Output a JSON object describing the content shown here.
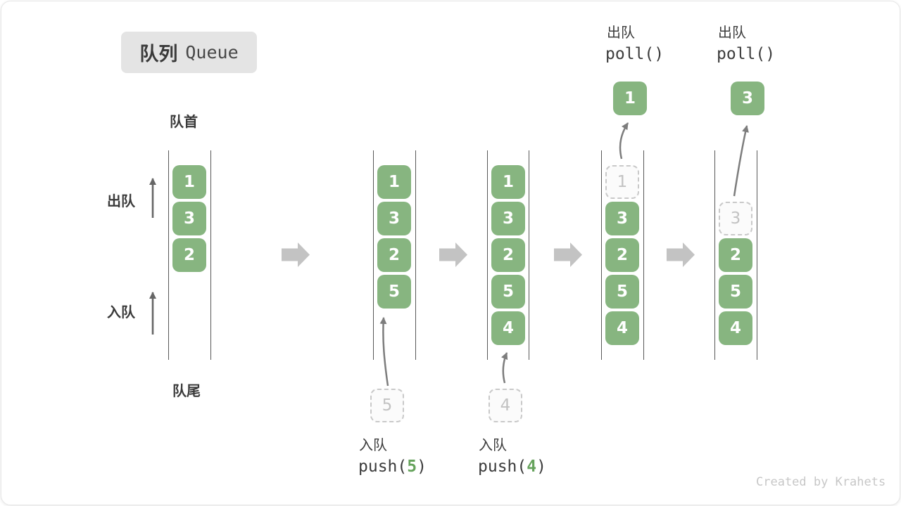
{
  "title": {
    "zh": "队列",
    "en": "Queue"
  },
  "labels": {
    "front": "队首",
    "rear": "队尾",
    "dequeue": "出队",
    "enqueue": "入队"
  },
  "queues": [
    {
      "cells": [
        "1",
        "3",
        "2"
      ]
    },
    {
      "cells": [
        "1",
        "3",
        "2",
        "5"
      ],
      "incoming": "5",
      "op_label": "入队",
      "op_pre": "push(",
      "op_arg": "5",
      "op_post": ")"
    },
    {
      "cells": [
        "1",
        "3",
        "2",
        "5",
        "4"
      ],
      "incoming": "4",
      "op_label": "入队",
      "op_pre": "push(",
      "op_arg": "4",
      "op_post": ")"
    },
    {
      "removed": "1",
      "cells": [
        "3",
        "2",
        "5",
        "4"
      ],
      "popped": "1",
      "op_label": "出队",
      "op_code": "poll()"
    },
    {
      "removed": "3",
      "cells": [
        "2",
        "5",
        "4"
      ],
      "popped": "3",
      "op_label": "出队",
      "op_code": "poll()"
    }
  ],
  "watermark": "Created by Krahets",
  "colors": {
    "cell_green": "#87b580",
    "code_arg_green": "#66a35c",
    "ghost_gray": "#c9c9c9",
    "arrow_gray": "#c3c3c3"
  }
}
